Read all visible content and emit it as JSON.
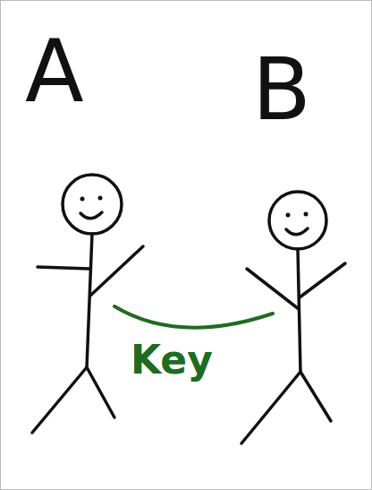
{
  "diagram": {
    "labels": [
      "A",
      "B",
      "Key"
    ]
  }
}
